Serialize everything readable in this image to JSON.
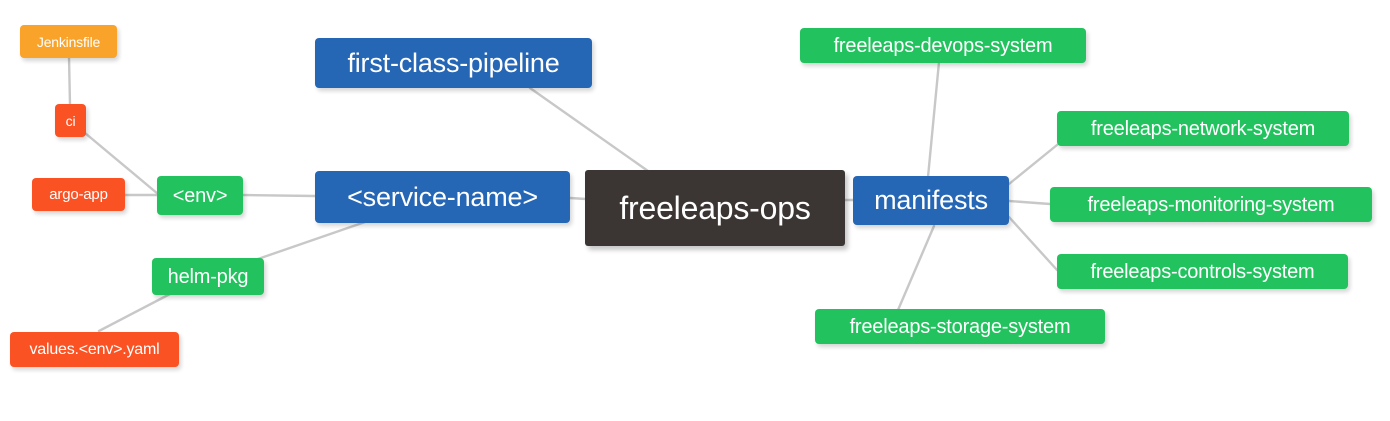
{
  "diagram": {
    "type": "mindmap",
    "title": "freeleaps-ops",
    "background": "#ffffff",
    "edge_color": "#c8c8c8",
    "palette": {
      "root": "#3b3633",
      "blue": "#2566b5",
      "green": "#22c35e",
      "orange": "#f9a32a",
      "red": "#fa5223",
      "text": "#ffffff"
    }
  },
  "nodes": {
    "root": {
      "label": "freeleaps-ops",
      "color": "#3b3633"
    },
    "first_class_pipeline": {
      "label": "first-class-pipeline",
      "color": "#2566b5"
    },
    "service_name": {
      "label": "<service-name>",
      "color": "#2566b5"
    },
    "manifests": {
      "label": "manifests",
      "color": "#2566b5"
    },
    "env": {
      "label": "<env>",
      "color": "#22c35e"
    },
    "helm_pkg": {
      "label": "helm-pkg",
      "color": "#22c35e"
    },
    "jenkinsfile": {
      "label": "Jenkinsfile",
      "color": "#f9a32a"
    },
    "ci": {
      "label": "ci",
      "color": "#fa5223"
    },
    "argo_app": {
      "label": "argo-app",
      "color": "#fa5223"
    },
    "values_yaml": {
      "label": "values.<env>.yaml",
      "color": "#fa5223"
    },
    "devops_system": {
      "label": "freeleaps-devops-system",
      "color": "#22c35e"
    },
    "network_system": {
      "label": "freeleaps-network-system",
      "color": "#22c35e"
    },
    "monitoring_system": {
      "label": "freeleaps-monitoring-system",
      "color": "#22c35e"
    },
    "controls_system": {
      "label": "freeleaps-controls-system",
      "color": "#22c35e"
    },
    "storage_system": {
      "label": "freeleaps-storage-system",
      "color": "#22c35e"
    }
  },
  "edges": [
    {
      "from": "first_class_pipeline",
      "to": "root"
    },
    {
      "from": "service_name",
      "to": "root"
    },
    {
      "from": "manifests",
      "to": "root"
    },
    {
      "from": "env",
      "to": "service_name"
    },
    {
      "from": "helm_pkg",
      "to": "service_name"
    },
    {
      "from": "jenkinsfile",
      "to": "ci"
    },
    {
      "from": "ci",
      "to": "env"
    },
    {
      "from": "argo_app",
      "to": "env"
    },
    {
      "from": "values_yaml",
      "to": "helm_pkg"
    },
    {
      "from": "devops_system",
      "to": "manifests"
    },
    {
      "from": "network_system",
      "to": "manifests"
    },
    {
      "from": "monitoring_system",
      "to": "manifests"
    },
    {
      "from": "controls_system",
      "to": "manifests"
    },
    {
      "from": "storage_system",
      "to": "manifests"
    }
  ]
}
